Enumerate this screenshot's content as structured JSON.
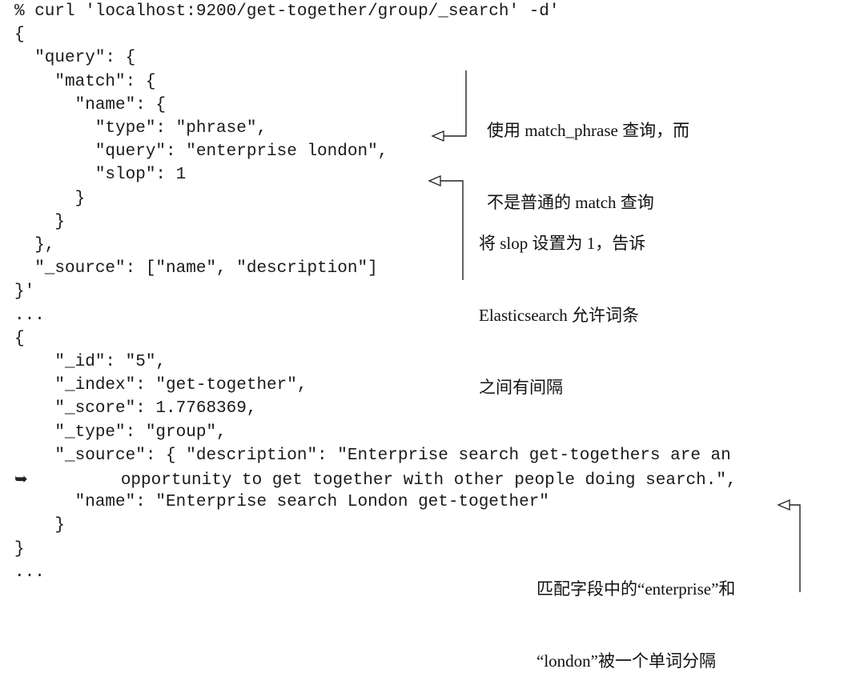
{
  "code_lines": [
    "% curl 'localhost:9200/get-together/group/_search' -d'",
    "{",
    "  \"query\": {",
    "    \"match\": {",
    "      \"name\": {",
    "        \"type\": \"phrase\",",
    "        \"query\": \"enterprise london\",",
    "        \"slop\": 1",
    "      }",
    "    }",
    "  },",
    "  \"_source\": [\"name\", \"description\"]",
    "}'",
    "...",
    "{",
    "    \"_id\": \"5\",",
    "    \"_index\": \"get-together\",",
    "    \"_score\": 1.7768369,",
    "    \"_type\": \"group\",",
    "    \"_source\": { \"description\": \"Enterprise search get-togethers are an",
    "opportunity to get together with other people doing search.\",",
    "      \"name\": \"Enterprise search London get-together\"",
    "    }",
    "}",
    "..."
  ],
  "continuation_glyph": "➥",
  "annotations": {
    "phrase": {
      "line1": "使用 match_phrase 查询，而",
      "line2": "不是普通的 match 查询"
    },
    "slop": {
      "line1": "将 slop 设置为 1，告诉",
      "line2": "Elasticsearch 允许词条",
      "line3": "之间有间隔"
    },
    "match": {
      "line1": "匹配字段中的“enterprise”和",
      "line2": "“london”被一个单词分隔"
    }
  }
}
